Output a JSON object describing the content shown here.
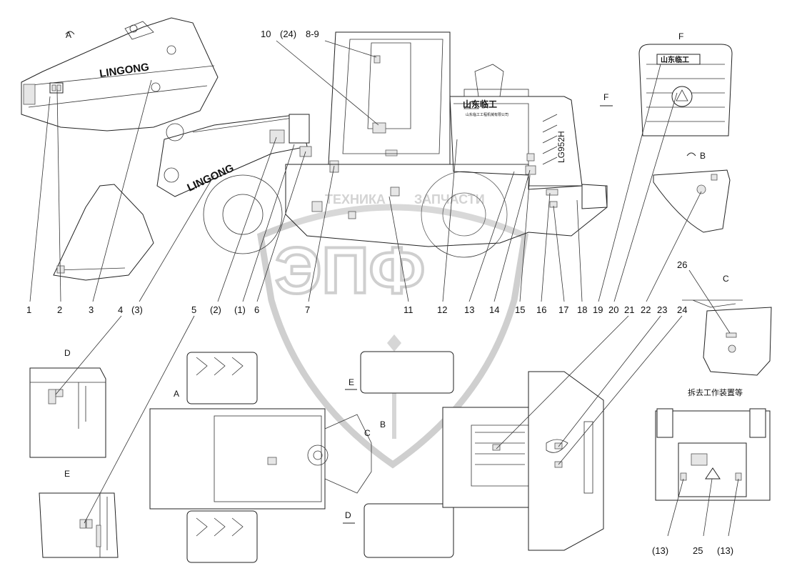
{
  "view_labels": {
    "a_detail": "A",
    "b_detail": "B",
    "c_detail": "C",
    "d_detail": "D",
    "e_detail": "E",
    "f_detail": "F",
    "f_arrow": "F",
    "a_plan": "A",
    "b_plan": "B",
    "c_plan": "C",
    "d_plan": "D",
    "e_plan": "E"
  },
  "brand": {
    "boom_logo_1": "LINGONG",
    "boom_logo_2": "LINGONG",
    "model_code": "LG952H",
    "cn_brand": "山东临工",
    "cn_company": "山东临工工程机械有限公司",
    "grille_brand": "山东临工"
  },
  "notes": {
    "remove_work_device": "拆去工作装置等"
  },
  "watermark": {
    "logo_text": "ЭПФ",
    "left_text": "ТЕХНИКА",
    "right_text": "ЗАПЧАСТИ"
  },
  "callouts_top": [
    "10",
    "(24)",
    "8-9"
  ],
  "callouts_bottom": [
    "1",
    "2",
    "3",
    "4",
    "(3)",
    "5",
    "(2)",
    "(1)",
    "6",
    "7",
    "11",
    "12",
    "13",
    "14",
    "15",
    "16",
    "17",
    "18",
    "19",
    "20",
    "21",
    "22",
    "23",
    "24"
  ],
  "callout_26": "26",
  "callouts_rear": [
    "(13)",
    "25",
    "(13)"
  ]
}
